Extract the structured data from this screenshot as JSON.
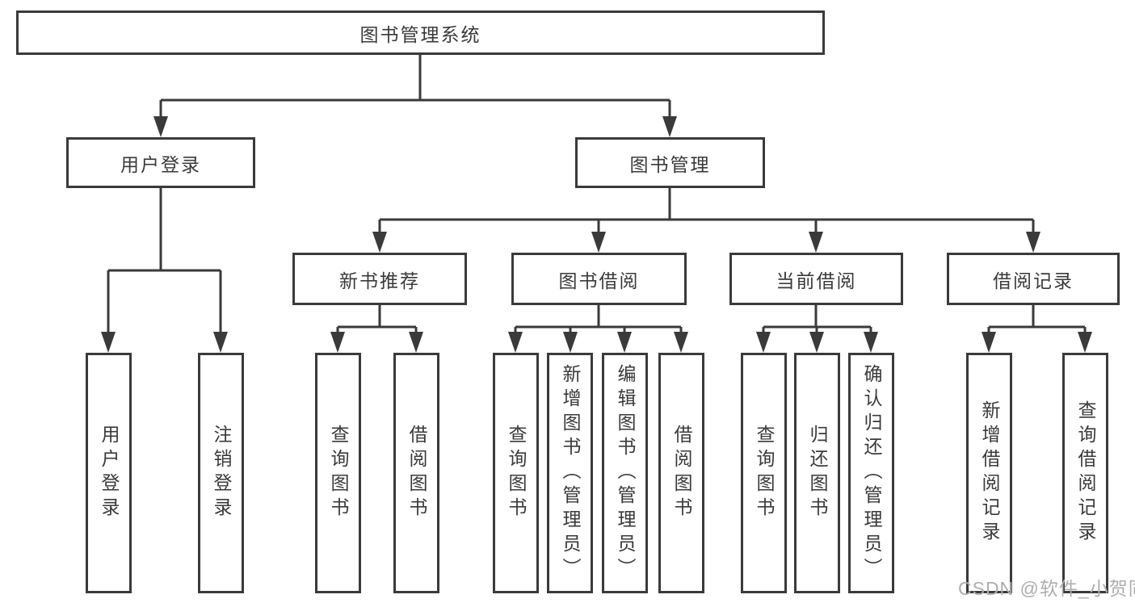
{
  "diagram": {
    "root": {
      "label": "图书管理系统"
    },
    "level2": [
      {
        "label": "用户登录"
      },
      {
        "label": "图书管理"
      }
    ],
    "level3": [
      {
        "label": "新书推荐"
      },
      {
        "label": "图书借阅"
      },
      {
        "label": "当前借阅"
      },
      {
        "label": "借阅记录"
      }
    ],
    "leaf_groups": [
      {
        "parent": "用户登录",
        "items": [
          {
            "label": "用户登录"
          },
          {
            "label": "注销登录"
          }
        ]
      },
      {
        "parent": "新书推荐",
        "items": [
          {
            "label": "查询图书"
          },
          {
            "label": "借阅图书"
          }
        ]
      },
      {
        "parent": "图书借阅",
        "items": [
          {
            "label": "查询图书"
          },
          {
            "label": "新增图书（管理员）"
          },
          {
            "label": "编辑图书（管理员）"
          },
          {
            "label": "借阅图书"
          }
        ]
      },
      {
        "parent": "当前借阅",
        "items": [
          {
            "label": "查询图书"
          },
          {
            "label": "归还图书"
          },
          {
            "label": "确认归还（管理员）"
          }
        ]
      },
      {
        "parent": "借阅记录",
        "items": [
          {
            "label": "新增借阅记录"
          },
          {
            "label": "查询借阅记录"
          }
        ]
      }
    ],
    "watermark": "CSDN @软件_小贺同学",
    "colors": {
      "line": "#3a3a3a",
      "text": "#3a3a3a",
      "box_background": "#ffffff",
      "watermark": "#aeaeae",
      "background": "#ffffff"
    }
  }
}
